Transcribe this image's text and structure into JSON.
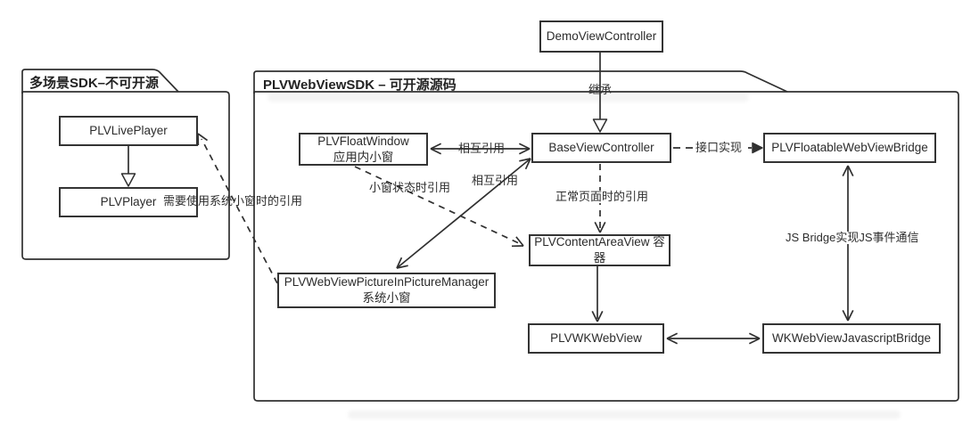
{
  "diagram": {
    "packages": {
      "closed_sdk": {
        "title": "多场景SDK–不可开源"
      },
      "open_sdk": {
        "title": "PLVWebViewSDK – 可开源源码"
      }
    },
    "nodes": {
      "demo_view_controller": {
        "label": "DemoViewController"
      },
      "plv_live_player": {
        "label": "PLVLivePlayer"
      },
      "plv_player": {
        "label": "PLVPlayer"
      },
      "plv_float_window": {
        "label": "PLVFloatWindow\n应用内小窗"
      },
      "base_view_controller": {
        "label": "BaseViewController"
      },
      "plv_floatable_web_view_bridge": {
        "label": "PLVFloatableWebViewBridge"
      },
      "plv_content_area_view": {
        "label": "PLVContentAreaView 容\n器"
      },
      "plv_web_view_pip_manager": {
        "label": "PLVWebViewPictureInPictureManager\n系统小窗"
      },
      "plv_wk_web_view": {
        "label": "PLVWKWebView"
      },
      "wk_web_view_javascript_bridge": {
        "label": "WKWebViewJavascriptBridge"
      }
    },
    "edge_labels": {
      "inherit": "继承",
      "mutual_ref_float_window": "相互引用",
      "mutual_ref_pip": "相互引用",
      "pip_state_ref": "小窗状态时引用",
      "normal_page_ref": "正常页面时的引用",
      "interface_impl": "接口实现",
      "js_bridge_comm": "JS Bridge实现JS事件通信",
      "system_pip_ref": "需要使用系统小窗时的引用"
    },
    "colors": {
      "line": "#303030",
      "text": "#2b2b2b",
      "background": "#ffffff"
    }
  }
}
